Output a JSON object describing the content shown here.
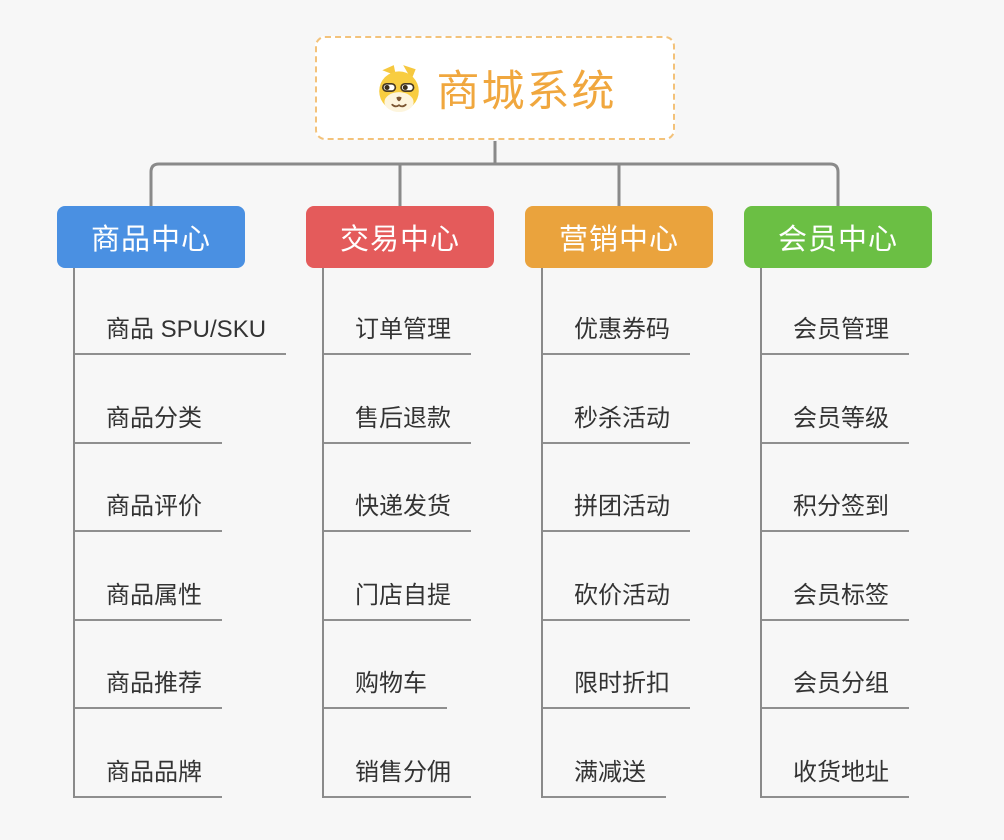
{
  "root": {
    "title": "商城系统",
    "icon": "dog-face-icon",
    "title_color": "#f0a73e",
    "border_color": "#f3c27a"
  },
  "branches": [
    {
      "label": "商品中心",
      "color": "#4a90e2",
      "children": [
        "商品 SPU/SKU",
        "商品分类",
        "商品评价",
        "商品属性",
        "商品推荐",
        "商品品牌"
      ]
    },
    {
      "label": "交易中心",
      "color": "#e45b5b",
      "children": [
        "订单管理",
        "售后退款",
        "快递发货",
        "门店自提",
        "购物车",
        "销售分佣"
      ]
    },
    {
      "label": "营销中心",
      "color": "#eaa33d",
      "children": [
        "优惠券码",
        "秒杀活动",
        "拼团活动",
        "砍价活动",
        "限时折扣",
        "满减送"
      ]
    },
    {
      "label": "会员中心",
      "color": "#6bbf44",
      "children": [
        "会员管理",
        "会员等级",
        "积分签到",
        "会员标签",
        "会员分组",
        "收货地址"
      ]
    }
  ],
  "colors": {
    "background": "#f7f7f7",
    "connector": "#8a8a8a",
    "underline": "#8f8f8f",
    "item_text": "#333333"
  }
}
